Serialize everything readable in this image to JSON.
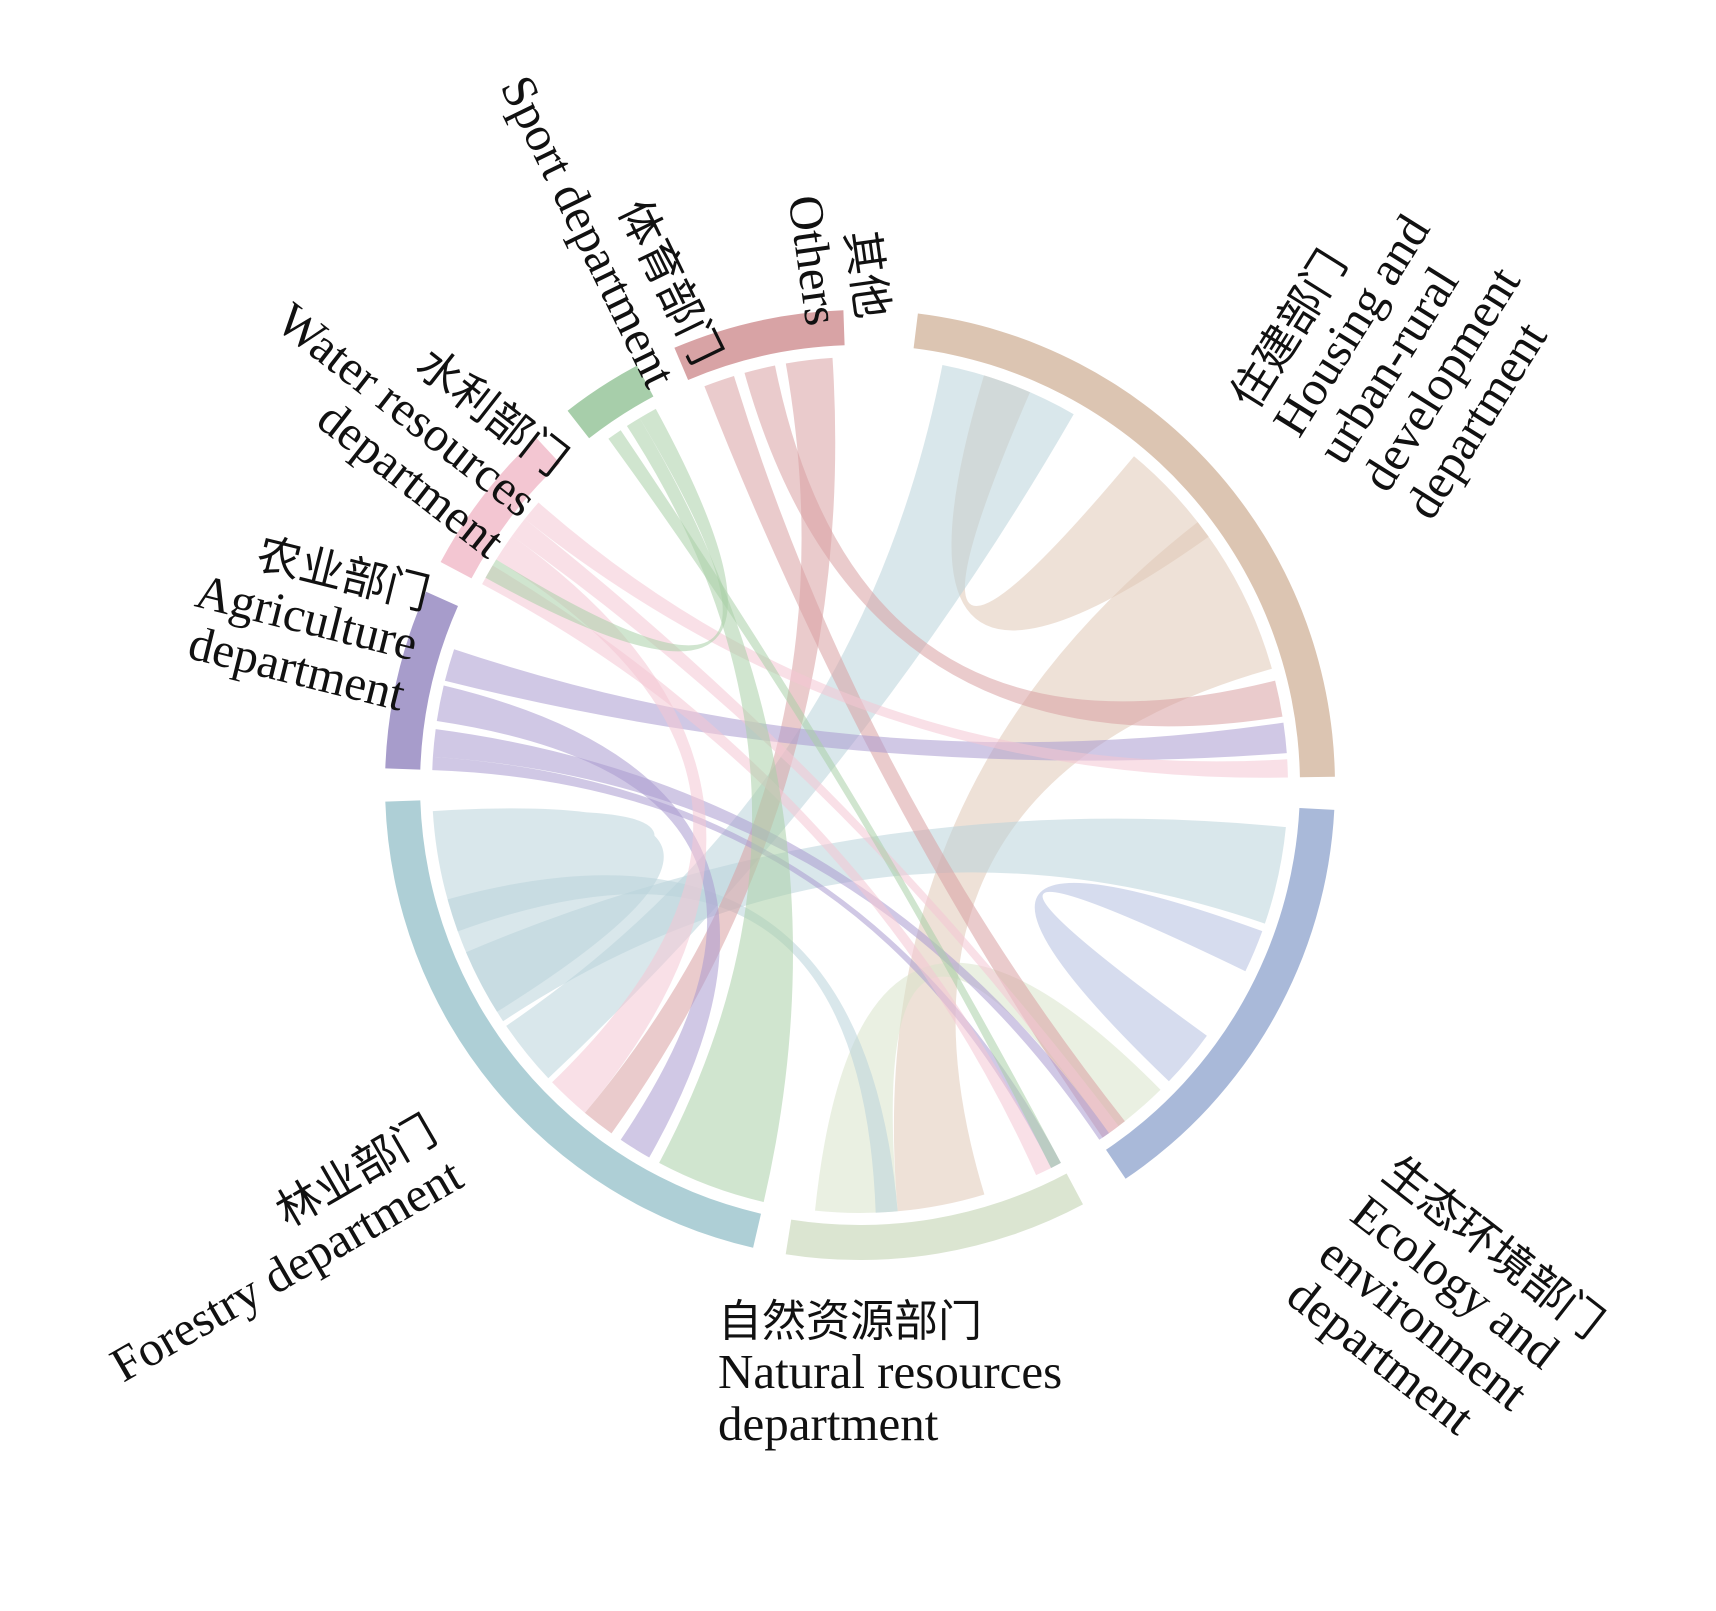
{
  "diagram": {
    "type": "chord",
    "sectors": [
      {
        "id": "housing",
        "label_zh": "住建部门",
        "label_en": [
          "Housing and",
          "urban-rural",
          "development",
          "department"
        ],
        "color": "#dcc5b2",
        "ribbon_color": "#e0c9b6"
      },
      {
        "id": "ecology",
        "label_zh": "生态环境部门",
        "label_en": [
          "Ecology and",
          "environment",
          "department"
        ],
        "color": "#a9b9d9",
        "ribbon_color": "#b4c0e0"
      },
      {
        "id": "natural",
        "label_zh": "自然资源部门",
        "label_en": [
          "Natural resources",
          "department"
        ],
        "color": "#dbe5d1",
        "ribbon_color": "#d9e4cb"
      },
      {
        "id": "forestry",
        "label_zh": "林业部门",
        "label_en": [
          "Forestry department"
        ],
        "color": "#aecfd6",
        "ribbon_color": "#b9d3db"
      },
      {
        "id": "agriculture",
        "label_zh": "农业部门",
        "label_en": [
          "Agriculture",
          "department"
        ],
        "color": "#a79ccb",
        "ribbon_color": "#a99bd0"
      },
      {
        "id": "water",
        "label_zh": "水利部门",
        "label_en": [
          "Water resources",
          "department"
        ],
        "color": "#f3c6d2",
        "ribbon_color": "#f4c6d4"
      },
      {
        "id": "sport",
        "label_zh": "体育部门",
        "label_en": [
          "Sport department"
        ],
        "color": "#a7ceaa",
        "ribbon_color": "#a9d0a8"
      },
      {
        "id": "others",
        "label_zh": "其他",
        "label_en": [
          "Others"
        ],
        "color": "#d8a3a5",
        "ribbon_color": "#d8a0a2"
      }
    ],
    "chords": [
      {
        "from": "housing",
        "to": "housing"
      },
      {
        "from": "housing",
        "to": "natural"
      },
      {
        "from": "forestry",
        "to": "housing"
      },
      {
        "from": "forestry",
        "to": "ecology"
      },
      {
        "from": "forestry",
        "to": "forestry"
      },
      {
        "from": "ecology",
        "to": "ecology"
      },
      {
        "from": "natural",
        "to": "ecology"
      },
      {
        "from": "forestry",
        "to": "natural"
      },
      {
        "from": "others",
        "to": "ecology"
      },
      {
        "from": "others",
        "to": "housing"
      },
      {
        "from": "others",
        "to": "forestry"
      },
      {
        "from": "agriculture",
        "to": "housing"
      },
      {
        "from": "agriculture",
        "to": "forestry"
      },
      {
        "from": "agriculture",
        "to": "ecology"
      },
      {
        "from": "agriculture",
        "to": "natural"
      },
      {
        "from": "water",
        "to": "housing"
      },
      {
        "from": "water",
        "to": "forestry"
      },
      {
        "from": "water",
        "to": "ecology"
      },
      {
        "from": "water",
        "to": "natural"
      },
      {
        "from": "sport",
        "to": "forestry"
      },
      {
        "from": "sport",
        "to": "natural"
      },
      {
        "from": "sport",
        "to": "water"
      }
    ]
  }
}
